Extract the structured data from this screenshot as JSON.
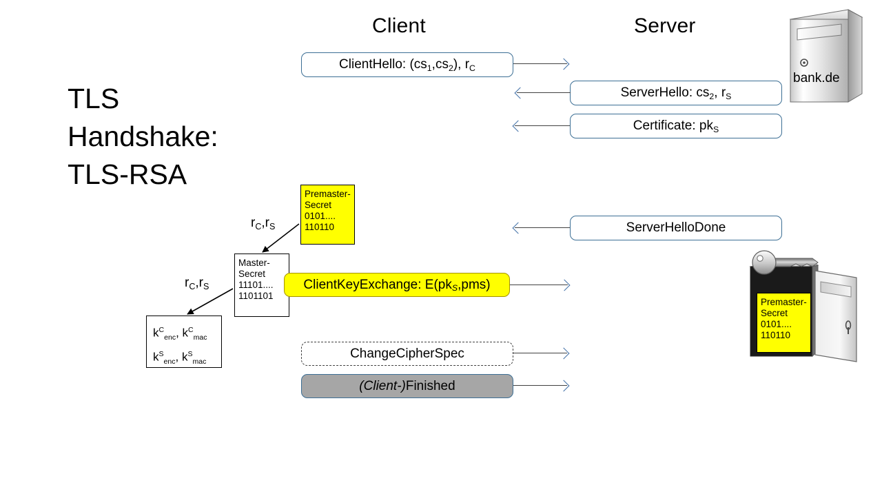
{
  "headers": {
    "client": "Client",
    "server": "Server"
  },
  "title": {
    "line1": "TLS",
    "line2": "Handshake:",
    "line3": "TLS-RSA"
  },
  "messages": [
    {
      "id": "client-hello",
      "label_pre": "ClientHello: (cs",
      "sub1": "1",
      "mid": ",cs",
      "sub2": "2",
      "post": "), r",
      "sub3": "C"
    },
    {
      "id": "server-hello",
      "label_pre": "ServerHello: cs",
      "sub1": "2",
      "post": ", r",
      "sub3": "S"
    },
    {
      "id": "certificate",
      "label_pre": "Certificate: pk",
      "sub3": "S"
    },
    {
      "id": "server-hello-done",
      "label": "ServerHelloDone"
    },
    {
      "id": "client-key-exchange",
      "label_pre": "ClientKeyExchange: E(pk",
      "sub3": "S",
      "post": ",pms)"
    },
    {
      "id": "change-cipher-spec",
      "label": "ChangeCipherSpec"
    },
    {
      "id": "finished",
      "italic": "(Client-)",
      "label": "Finished"
    }
  ],
  "secrets": {
    "premaster": {
      "line1": "Premaster-",
      "line2": "Secret",
      "line3": "0101....",
      "line4": "110110"
    },
    "master": {
      "line1": "Master-",
      "line2": "Secret",
      "line3": "11101....",
      "line4": "1101101"
    },
    "keys": {
      "line1_k": "k",
      "line1_sup": "C",
      "line1_sub1": "enc",
      "line1_sep": ", ",
      "line1_k2": "k",
      "line1_sup2": "C",
      "line1_sub2": "mac",
      "line2_k": "k",
      "line2_sup": "S",
      "line2_sub1": "enc",
      "line2_sep": ", ",
      "line2_k2": "k",
      "line2_sup2": "S",
      "line2_sub2": "mac"
    }
  },
  "randoms": {
    "upper": {
      "r": "r",
      "sub1": "C",
      "sep": ",",
      "r2": "r",
      "sub2": "S"
    },
    "lower": {
      "r": "r",
      "sub1": "C",
      "sep": ",",
      "r2": "r",
      "sub2": "S"
    }
  },
  "mailbox": {
    "domain": "bank.de",
    "open_note": {
      "line1": "Premaster-",
      "line2": "Secret",
      "line3": "0101....",
      "line4": "110110"
    }
  },
  "colors": {
    "box_border": "#3b6e94",
    "arrow_head": "#4472a8",
    "arrow_shaft": "#404040",
    "highlight": "#ffff00",
    "finished_fill": "#a6a6a6"
  }
}
